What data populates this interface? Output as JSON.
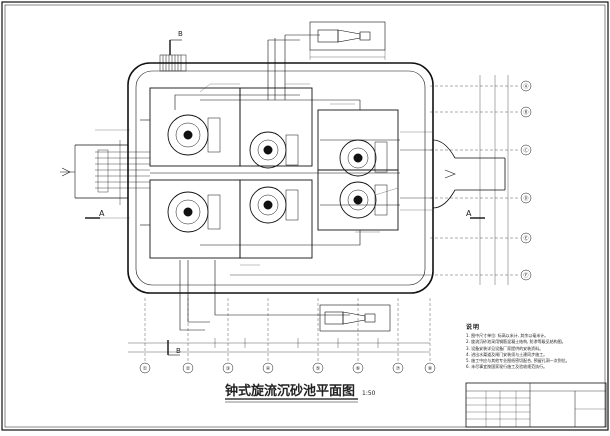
{
  "drawing": {
    "title": "钟式旋流沉砂池平面图",
    "scale": "1:50"
  },
  "section_marks": {
    "a_left": "A",
    "a_right": "A",
    "b_top": "B",
    "b_bottom": "B"
  },
  "notes": {
    "heading": "说明",
    "items": [
      "1. 图中尺寸单位: 标高以米计, 其余以毫米计。",
      "2. 旋流沉砂池采用钢筋混凝土结构, 防渗等级见结构图。",
      "3. 设备安装详见设备厂家提供的安装资料。",
      "4. 进出水渠道及闸门安装须与土建同步施工。",
      "5. 施工中应与其他专业图纸密切配合, 预留孔洞一次到位。",
      "6. 未尽事宜按国家现行施工及验收规范执行。"
    ]
  },
  "axis_labels": [
    "①",
    "②",
    "③",
    "④",
    "⑤",
    "⑥",
    "⑦",
    "⑧"
  ],
  "row_labels": [
    "Ⓐ",
    "Ⓑ",
    "Ⓒ",
    "Ⓓ",
    "Ⓔ",
    "Ⓕ"
  ],
  "colors": {
    "line": "#1a1a1a",
    "thin": "#333333"
  }
}
